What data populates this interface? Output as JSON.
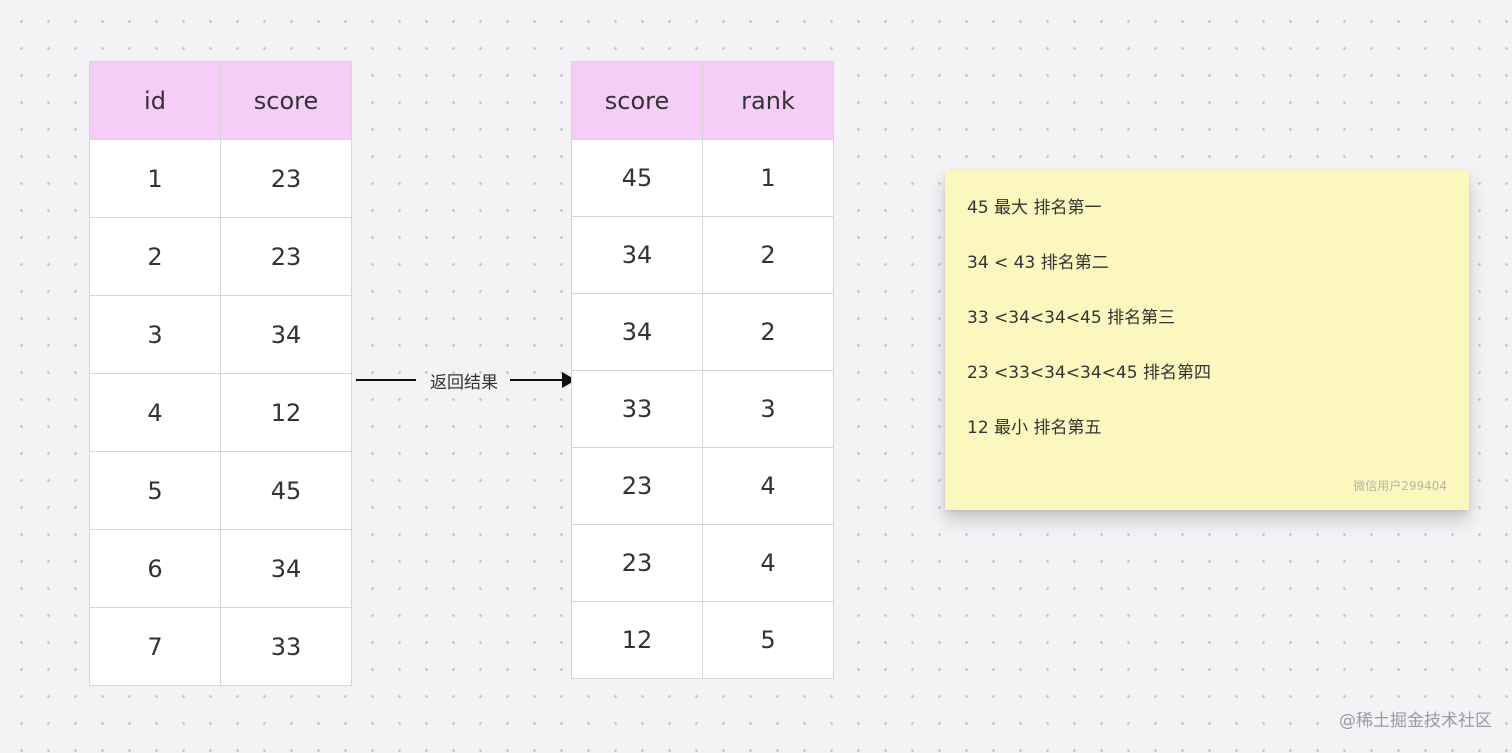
{
  "source_table": {
    "headers": [
      "id",
      "score"
    ],
    "rows": [
      [
        "1",
        "23"
      ],
      [
        "2",
        "23"
      ],
      [
        "3",
        "34"
      ],
      [
        "4",
        "12"
      ],
      [
        "5",
        "45"
      ],
      [
        "6",
        "34"
      ],
      [
        "7",
        "33"
      ]
    ]
  },
  "connector": {
    "label": "返回结果"
  },
  "result_table": {
    "headers": [
      "score",
      "rank"
    ],
    "rows": [
      [
        "45",
        "1"
      ],
      [
        "34",
        "2"
      ],
      [
        "34",
        "2"
      ],
      [
        "33",
        "3"
      ],
      [
        "23",
        "4"
      ],
      [
        "23",
        "4"
      ],
      [
        "12",
        "5"
      ]
    ]
  },
  "note": {
    "lines": [
      "45 最大 排名第一",
      "34 < 43 排名第二",
      "33 <34<34<45 排名第三",
      "23 <33<34<34<45 排名第四",
      "12 最小 排名第五"
    ],
    "signature": "微信用户299404"
  },
  "watermark": "@稀土掘金技术社区",
  "colors": {
    "header_bg": "#f5cdf7",
    "note_bg": "#fbf7be",
    "canvas_bg": "#f3f3f6"
  }
}
